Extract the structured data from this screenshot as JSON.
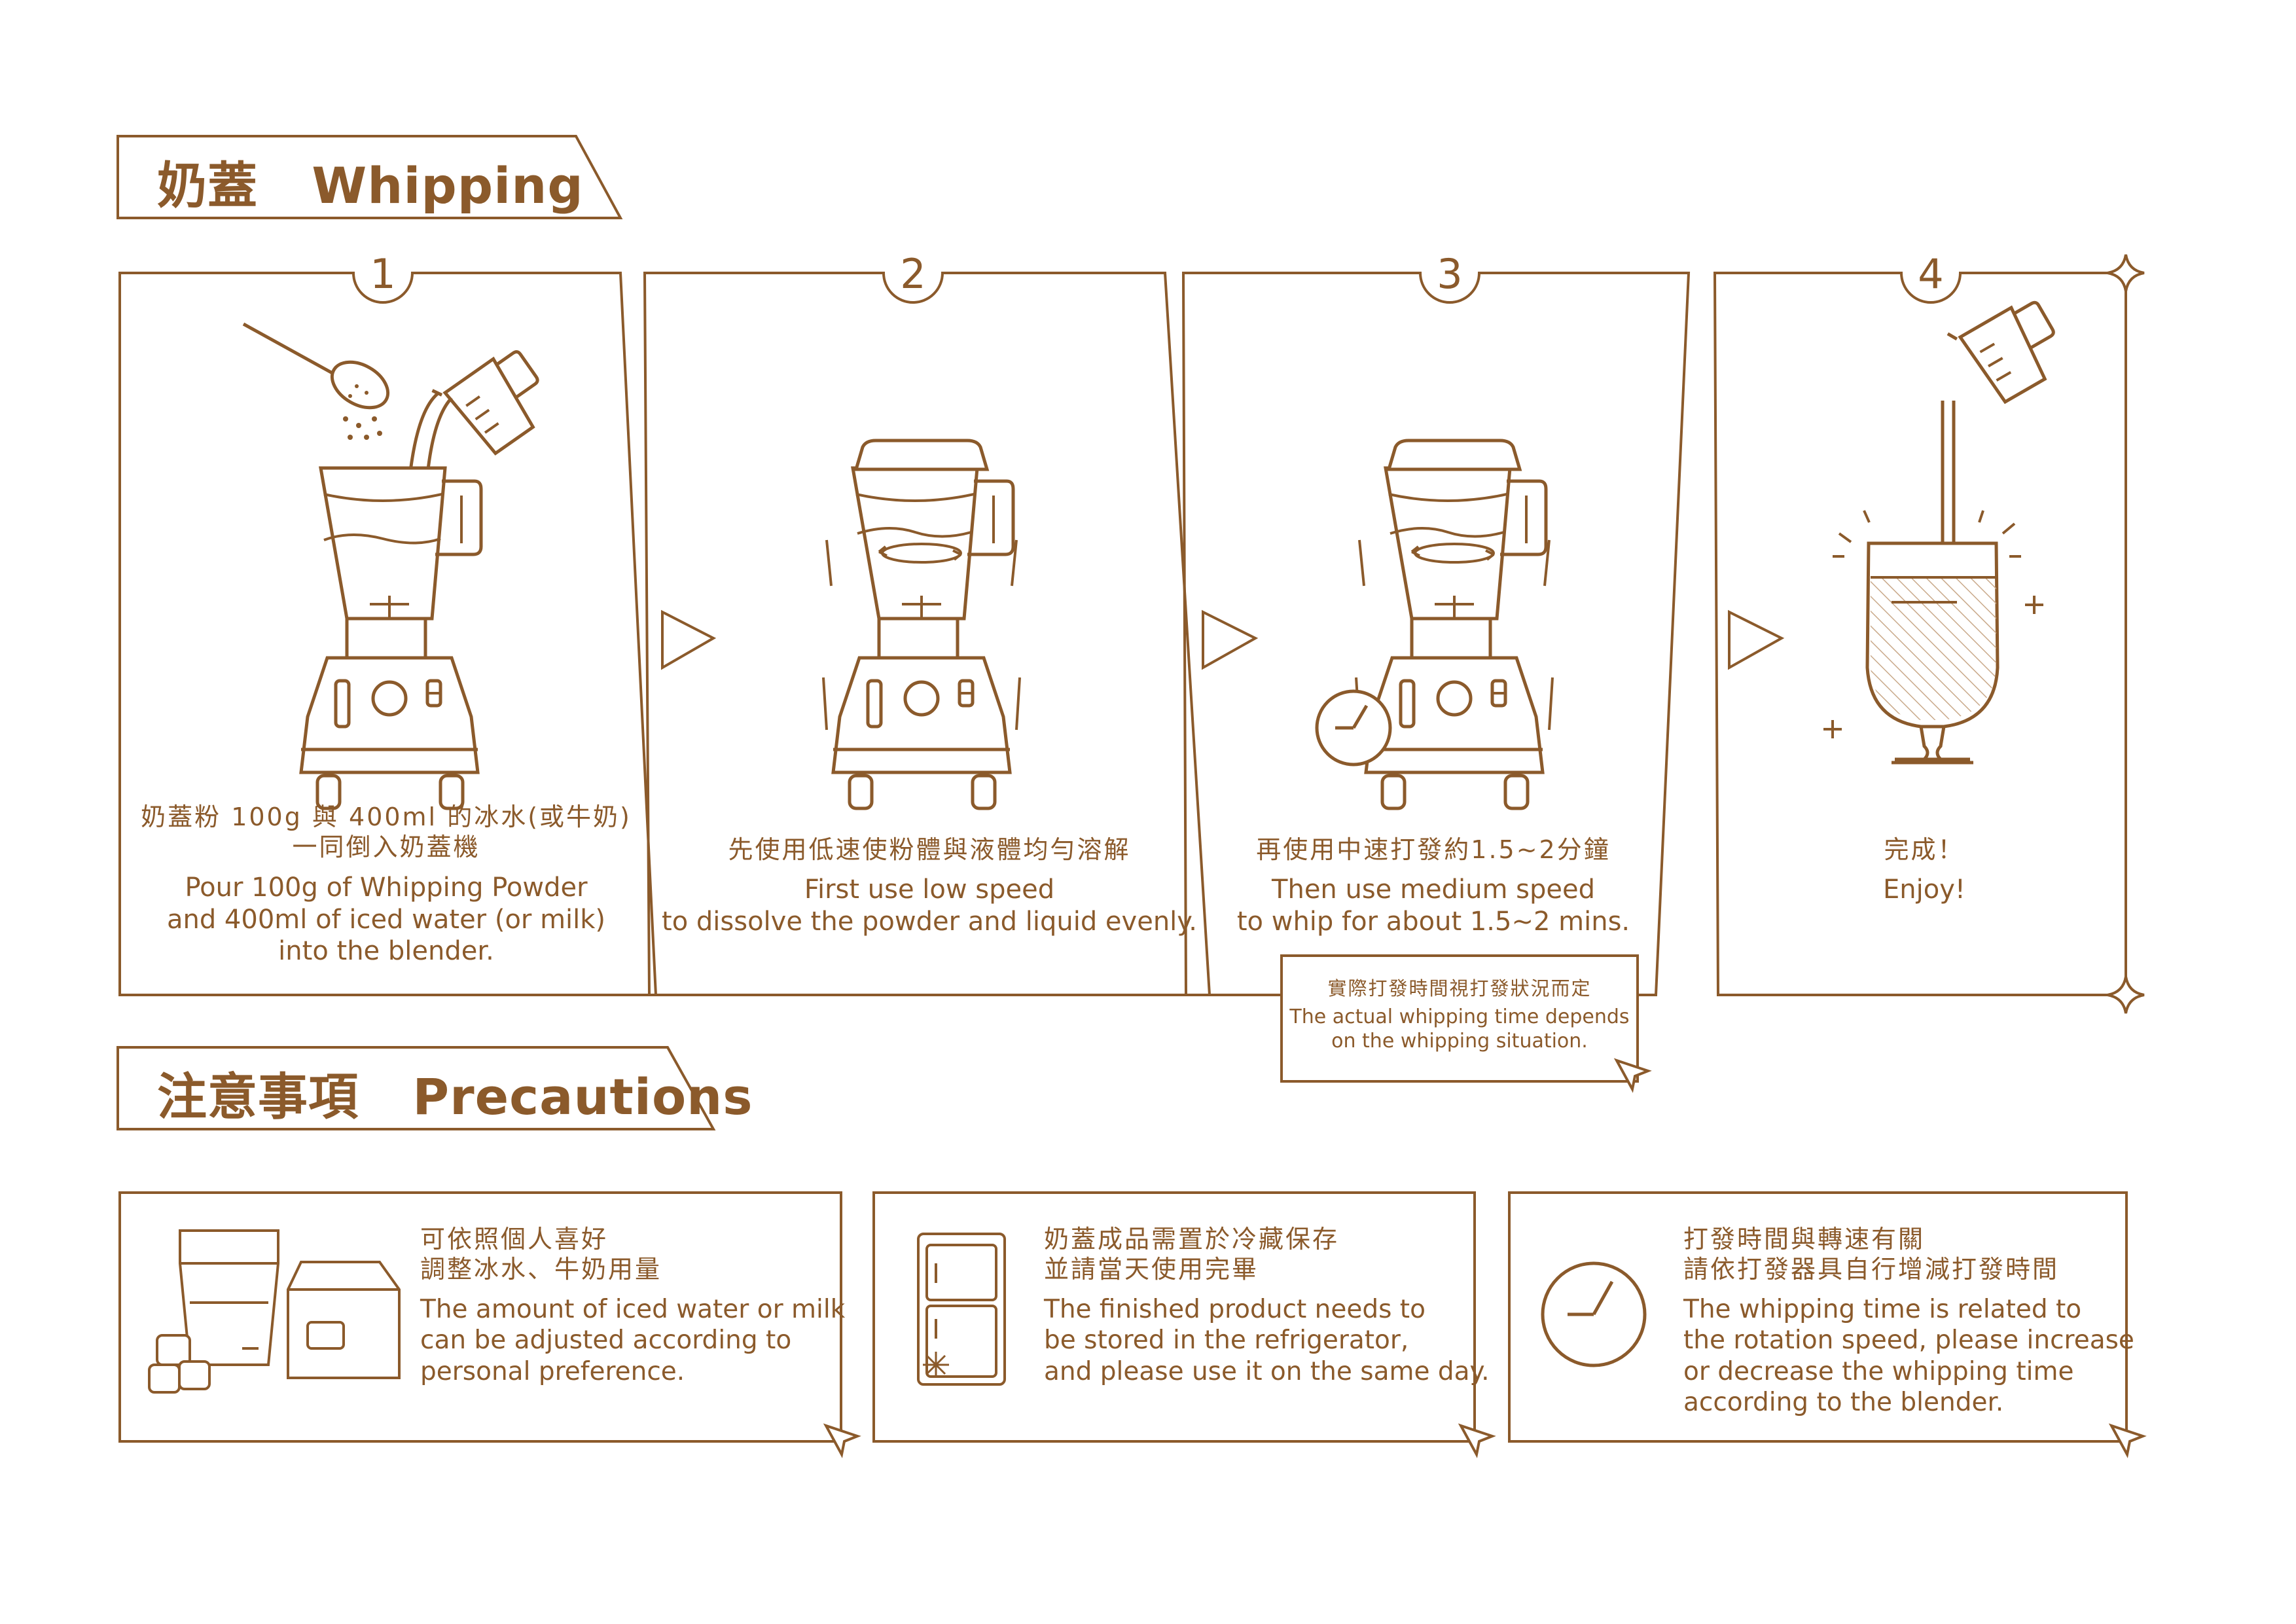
{
  "whipping": {
    "title_zh": "奶蓋",
    "title_en": "Whipping",
    "steps": [
      {
        "number": "1",
        "zh_line1": "奶蓋粉 100g 與 400ml 的冰水(或牛奶)",
        "zh_line2": "一同倒入奶蓋機",
        "en_line1": "Pour 100g of Whipping Powder",
        "en_line2": "and 400ml of iced water (or milk)",
        "en_line3": "into the blender."
      },
      {
        "number": "2",
        "zh_line1": "先使用低速使粉體與液體均勻溶解",
        "en_line1": "First use low speed",
        "en_line2": "to dissolve the powder and liquid evenly."
      },
      {
        "number": "3",
        "zh_line1": "再使用中速打發約1.5~2分鐘",
        "en_line1": "Then use medium speed",
        "en_line2": "to whip for about 1.5~2 mins."
      },
      {
        "number": "4",
        "zh_line1": "完成！",
        "en_line1": "Enjoy!"
      }
    ],
    "note": {
      "zh": "實際打發時間視打發狀況而定",
      "en_line1": "The actual whipping time depends",
      "en_line2": "on the whipping situation."
    }
  },
  "precautions": {
    "title_zh": "注意事項",
    "title_en": "Precautions",
    "items": [
      {
        "zh_line1": "可依照個人喜好",
        "zh_line2": "調整冰水、牛奶用量",
        "en_line1": "The amount of iced water or milk",
        "en_line2": "can be adjusted according to",
        "en_line3": "personal preference.",
        "icon": "ice-water-milk-icon"
      },
      {
        "zh_line1": "奶蓋成品需置於冷藏保存",
        "zh_line2": "並請當天使用完畢",
        "en_line1": "The finished product needs to",
        "en_line2": "be stored in the refrigerator,",
        "en_line3": "and please use it on the same day.",
        "icon": "refrigerator-icon"
      },
      {
        "zh_line1": "打發時間與轉速有關",
        "zh_line2": "請依打發器具自行增減打發時間",
        "en_line1": "The whipping time is related to",
        "en_line2": "the rotation speed, please increase",
        "en_line3": "or decrease the whipping time",
        "en_line4": "according to the blender.",
        "icon": "clock-icon"
      }
    ]
  },
  "colors": {
    "line": "#8b5a2b",
    "text": "#8b5a2b",
    "hatch": "#c9a98a",
    "background": "#ffffff"
  }
}
